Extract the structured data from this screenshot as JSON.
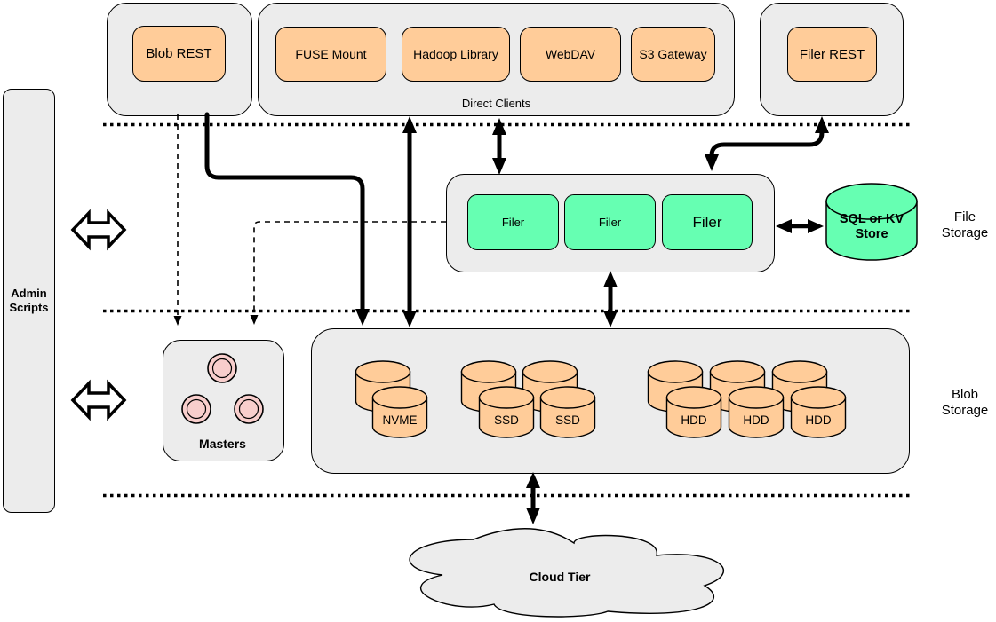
{
  "admin": {
    "label": "Admin\nScripts"
  },
  "top_row": {
    "blob_rest": "Blob REST",
    "direct_clients": {
      "caption": "Direct Clients",
      "clients": [
        "FUSE Mount",
        "Hadoop Library",
        "WebDAV",
        "S3 Gateway"
      ]
    },
    "filer_rest": "Filer REST"
  },
  "file_storage": {
    "filers": [
      "Filer",
      "Filer",
      "Filer"
    ],
    "metadata_store": "SQL or KV\nStore",
    "layer_label": "File\nStorage"
  },
  "blob_storage": {
    "masters_label": "Masters",
    "volumes": {
      "nvme": [
        "NVME"
      ],
      "ssd": [
        "SSD",
        "SSD"
      ],
      "hdd": [
        "HDD",
        "HDD",
        "HDD"
      ]
    },
    "layer_label": "Blob\nStorage"
  },
  "cloud": {
    "label": "Cloud Tier"
  },
  "colors": {
    "client_fill": "#ffcc99",
    "filer_fill": "#66ffb2",
    "container_fill": "#ececec",
    "master_fill": "#f8cecc",
    "line": "#000000"
  }
}
